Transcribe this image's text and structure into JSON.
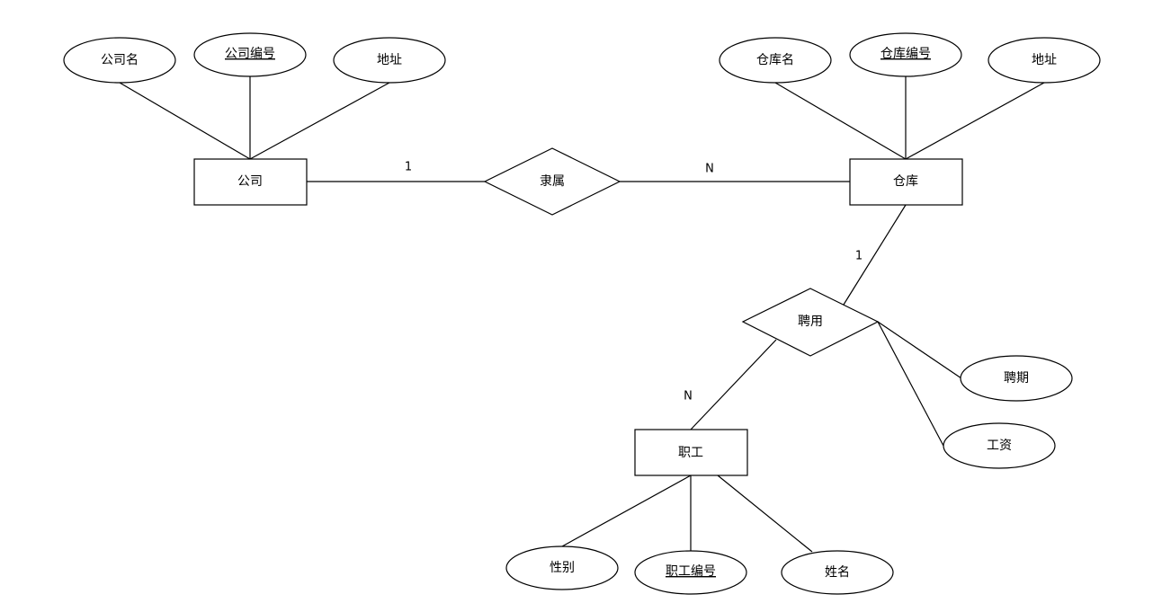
{
  "diagram": {
    "entities": {
      "company": "公司",
      "warehouse": "仓库",
      "employee": "职工"
    },
    "relationships": {
      "belongs": "隶属",
      "hire": "聘用"
    },
    "attributes": {
      "company_name": "公司名",
      "company_id": "公司编号",
      "company_address": "地址",
      "warehouse_name": "仓库名",
      "warehouse_id": "仓库编号",
      "warehouse_address": "地址",
      "hire_period": "聘期",
      "salary": "工资",
      "gender": "性别",
      "employee_id": "职工编号",
      "employee_name": "姓名"
    },
    "cardinalities": {
      "company_belongs": "1",
      "warehouse_belongs": "N",
      "warehouse_hire": "1",
      "employee_hire": "N"
    }
  }
}
